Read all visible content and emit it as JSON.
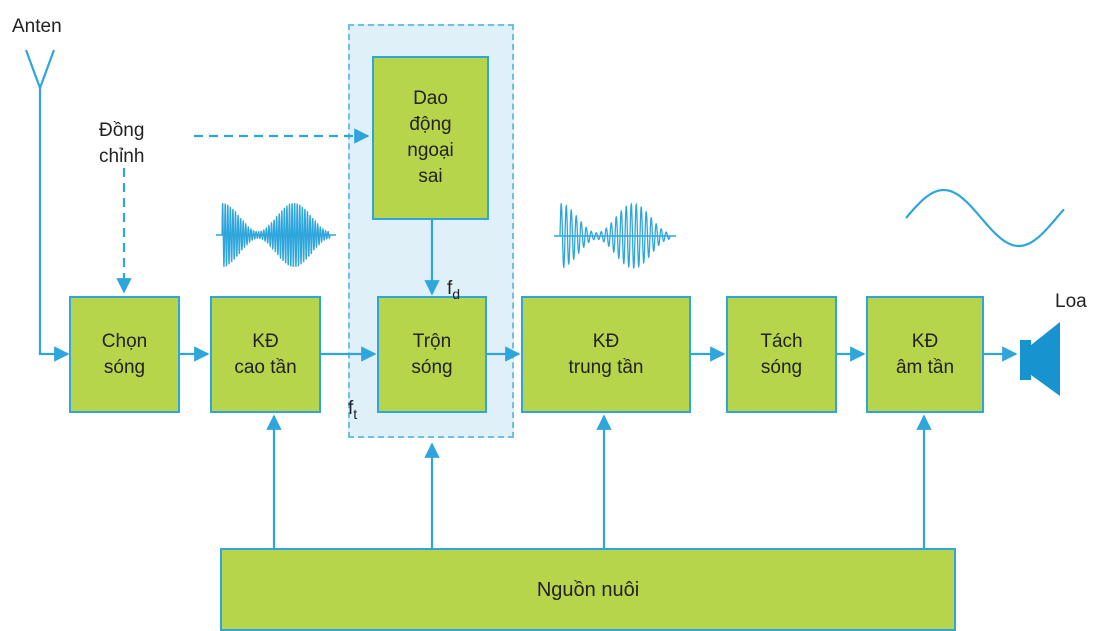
{
  "colors": {
    "line": "#2ea6dc",
    "box_fill": "#b7d54a",
    "highlight_fill": "#dff0f8",
    "text": "#222222",
    "speaker": "#1794cf"
  },
  "labels": {
    "antenna": "Anten",
    "tuning": "Đồng\nchỉnh",
    "speaker": "Loa",
    "f_d_main": "f",
    "f_d_sub": "d",
    "f_t_main": "f",
    "f_t_sub": "t"
  },
  "blocks": {
    "tuner": "Chọn\nsóng",
    "rf_amp": "KĐ\ncao tần",
    "local_osc": "Dao\nđộng\nngoại\nsai",
    "mixer": "Trộn\nsóng",
    "if_amp": "KĐ\ntrung tần",
    "detector": "Tách\nsóng",
    "audio_amp": "KĐ\nâm tần",
    "power": "Nguồn nuôi"
  },
  "icons": {
    "antenna": "antenna-icon",
    "speaker": "speaker-icon",
    "rf_signal": "am-wave-icon",
    "if_signal": "am-wave-icon",
    "audio_signal": "sine-wave-icon"
  }
}
